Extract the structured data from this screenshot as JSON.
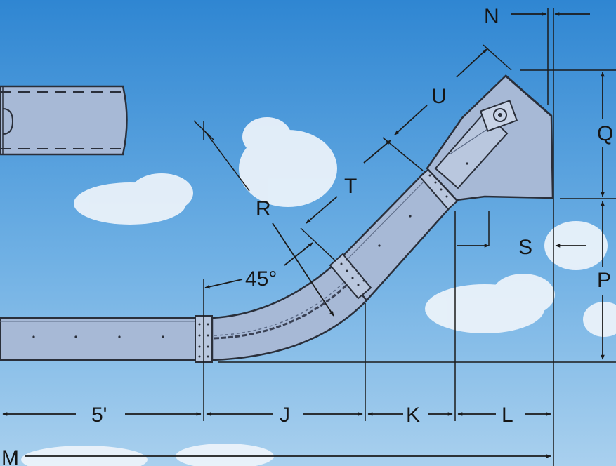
{
  "colors": {
    "sky_top": "#2f86d2",
    "sky_bottom": "#a9d0ee",
    "housing": "#a7b9d6",
    "housing_dark": "#7f93b6",
    "outline": "#2a2f3a",
    "dim_line": "#1b1b1b",
    "cloud": "#eef4fb"
  },
  "labels": {
    "N": "N",
    "U": "U",
    "Q": "Q",
    "T": "T",
    "R": "R",
    "S": "S",
    "P": "P",
    "angle": "45°",
    "five_ft": "5'",
    "J": "J",
    "K": "K",
    "L": "L",
    "M": "M"
  }
}
